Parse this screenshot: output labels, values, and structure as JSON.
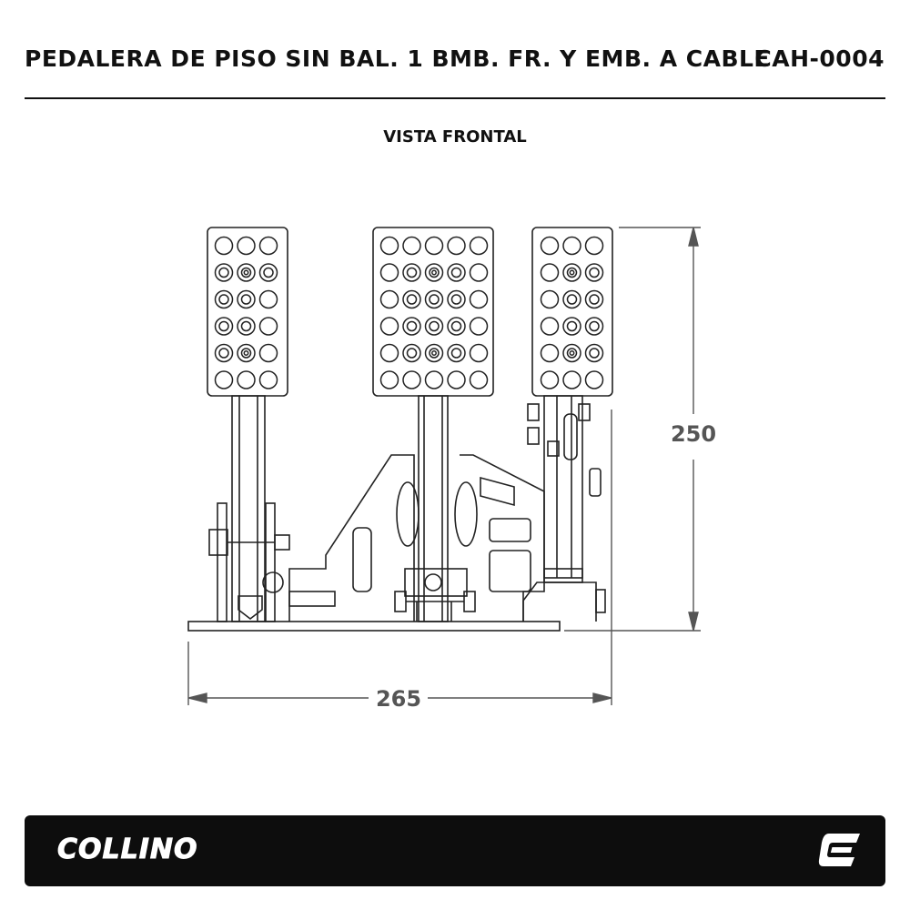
{
  "header": {
    "title": "PEDALERA DE PISO SIN BAL. 1 BMB. FR. Y EMB. A CABLE",
    "code": "CAH-0004"
  },
  "view": {
    "label": "VISTA FRONTAL"
  },
  "dimensions": {
    "height": "250",
    "width": "265"
  },
  "footer": {
    "brand": "COLLINO",
    "brand_mark_icon": "collino-c-logo-icon"
  },
  "colors": {
    "line": "#222222",
    "dimension": "#555555",
    "footer_bg": "#0d0d0d"
  }
}
